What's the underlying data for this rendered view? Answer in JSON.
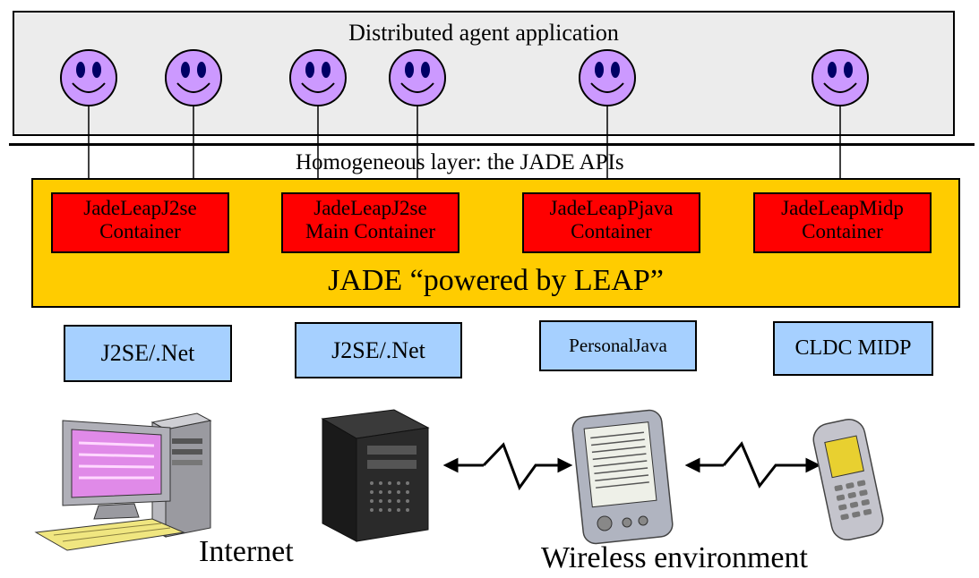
{
  "application_layer": {
    "title": "Distributed agent application"
  },
  "api_layer": {
    "label": "Homogeneous layer: the JADE APIs"
  },
  "jade_layer": {
    "label": "JADE “powered by LEAP”"
  },
  "containers": [
    {
      "line1": "JadeLeapJ2se",
      "line2": "Container"
    },
    {
      "line1": "JadeLeapJ2se",
      "line2": "Main Container"
    },
    {
      "line1": "JadeLeapPjava",
      "line2": "Container"
    },
    {
      "line1": "JadeLeapMidp",
      "line2": "Container"
    }
  ],
  "platforms": [
    {
      "label": "J2SE/.Net"
    },
    {
      "label": "J2SE/.Net"
    },
    {
      "label": "PersonalJava"
    },
    {
      "label": "CLDC MIDP"
    }
  ],
  "captions": {
    "internet": "Internet",
    "wireless": "Wireless environment"
  },
  "colors": {
    "agent_face": "#cc99ff",
    "container": "#ff0000",
    "jade_layer": "#ffcc00",
    "platform": "#a6d0ff",
    "app_layer": "#ececec"
  },
  "icons": [
    "smiley-agent-icon",
    "desktop-pc-icon",
    "server-tower-icon",
    "pda-device-icon",
    "mobile-phone-icon",
    "wireless-link-icon"
  ]
}
